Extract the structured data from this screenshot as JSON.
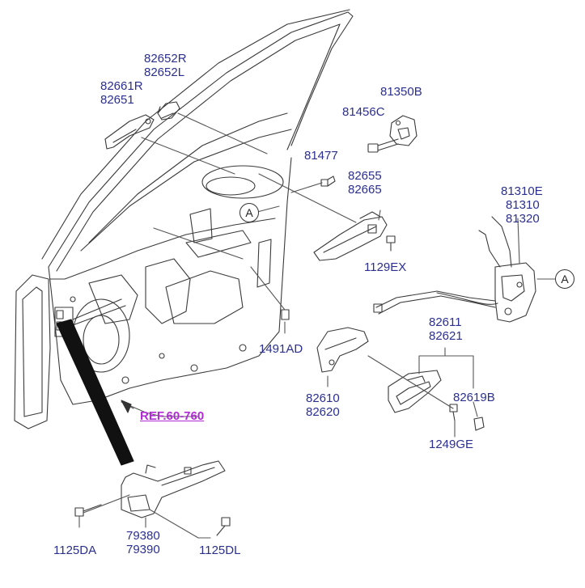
{
  "parts": {
    "handle_outer_l1": "82652R",
    "handle_outer_l2": "82652L",
    "handle_cover_l1": "82661R",
    "handle_cover_l2": "82651",
    "striker": "81350B",
    "striker_bolt": "81456C",
    "bolt_81477": "81477",
    "handle_frame_l1": "82655",
    "handle_frame_l2": "82665",
    "latch_l1": "81310E",
    "latch_l2": "81310",
    "latch_l3": "81320",
    "bolt_1129ex": "1129EX",
    "clip_1491ad": "1491AD",
    "inner_handle_l1": "82610",
    "inner_handle_l2": "82620",
    "inner_bezel_l1": "82611",
    "inner_bezel_l2": "82621",
    "cover_82619b": "82619B",
    "screw_1249ge": "1249GE",
    "bolt_1125da": "1125DA",
    "checker_l1": "79380",
    "checker_l2": "79390",
    "bolt_1125dl": "1125DL"
  },
  "reference": "REF.60-760",
  "callouts": {
    "a1": "A",
    "a2": "A"
  }
}
